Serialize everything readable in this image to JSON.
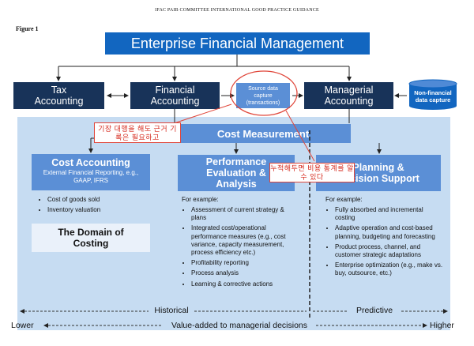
{
  "header": "IFAC PAIB COMMITTEE INTERNATIONAL GOOD PRACTICE GUIDANCE",
  "figure_label": "Figure 1",
  "efm": "Enterprise Financial Management",
  "tax": "Tax Accounting",
  "financial": "Financial Accounting",
  "source": "Source data capture (transactions)",
  "managerial": "Managerial Accounting",
  "nonfin": "Non-financial data capture",
  "cost_measurement": "Cost Measurement",
  "cost_accounting": {
    "title": "Cost Accounting",
    "subtitle": "External Financial Reporting, e.g., GAAP, IFRS",
    "items": [
      "Cost of goods sold",
      "Inventory valuation"
    ]
  },
  "domain": "The Domain of Costing",
  "performance": {
    "title": "Performance Evaluation & Analysis",
    "for_example": "For example:",
    "items": [
      "Assessment of current strategy & plans",
      "Integrated cost/operational performance measures (e.g., cost variance, capacity measurement, process efficiency etc.)",
      "Profitability reporting",
      "Process analysis",
      "Learning & corrective actions"
    ]
  },
  "planning": {
    "title": "Planning & Decision Support",
    "for_example": "For example:",
    "items": [
      "Fully absorbed and incremental costing",
      "Adaptive operation and cost-based planning, budgeting and forecasting",
      "Product process, channel, and customer strategic adaptations",
      "Enterprise optimization (e.g., make vs. buy, outsource, etc.)"
    ]
  },
  "annotation1": "기장 대행을 해도 근거 기록은 필요하고",
  "annotation2": "누적해두면 비용 통계를 알 수 있다",
  "historical": "Historical",
  "predictive": "Predictive",
  "lower": "Lower",
  "value_added": "Value-added to managerial decisions",
  "higher": "Higher",
  "colors": {
    "navy": "#183359",
    "blue": "#1266c0",
    "mid_blue": "#5b8fd6",
    "panel": "#c6dcf2",
    "annotation": "#e0463a"
  }
}
